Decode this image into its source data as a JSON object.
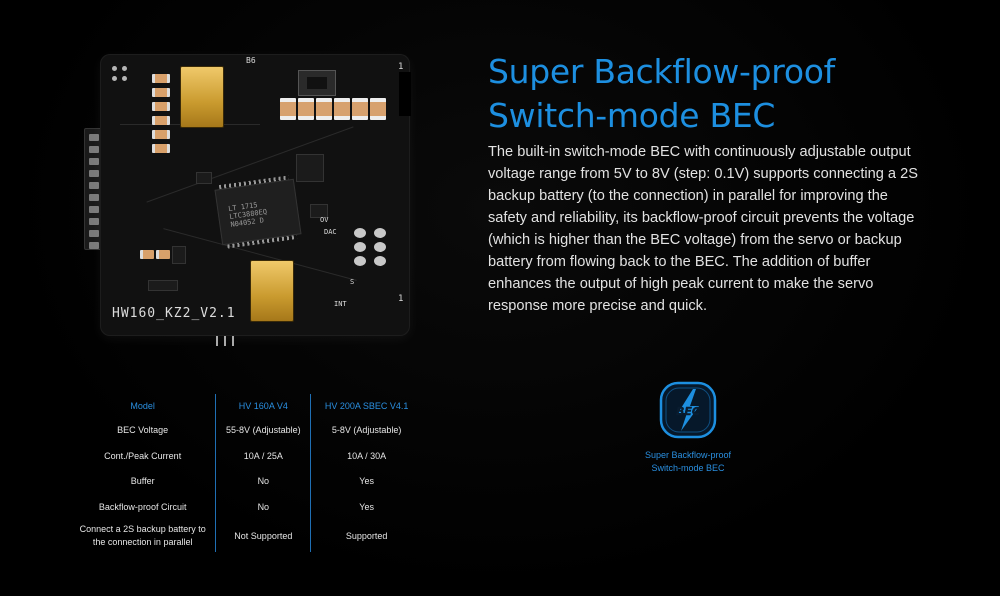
{
  "heading": {
    "line1": "Super Backflow-proof",
    "line2": "Switch-mode BEC"
  },
  "description": "The built-in switch-mode BEC with continuously adjustable output voltage range from 5V to 8V (step: 0.1V) supports connecting a 2S backup battery (to the connection) in parallel for improving the safety and reliability, its backflow-proof circuit prevents the voltage (which is higher than the BEC voltage) from the servo or backup battery from flowing back to the BEC. The addition of buffer enhances the output of high peak current to make the servo response more precise and quick.",
  "pcb": {
    "label": "HW160_KZ2_V2.1",
    "chip_line1": "LT 1715",
    "chip_line2": "LTC3880EQ",
    "chip_line3": "N04052 D",
    "silk_ov": "OV",
    "silk_dac": "DAC",
    "silk_int": "INT",
    "silk_b6": "B6",
    "silk_one_top": "1",
    "silk_one_bottom": "1",
    "silk_s": "S"
  },
  "spec_table": {
    "headers": [
      "Model",
      "HV 160A V4",
      "HV 200A SBEC V4.1"
    ],
    "rows": [
      [
        "BEC Voltage",
        "55-8V (Adjustable)",
        "5-8V (Adjustable)"
      ],
      [
        "Cont./Peak Current",
        "10A / 25A",
        "10A / 30A"
      ],
      [
        "Buffer",
        "No",
        "Yes"
      ],
      [
        "Backflow-proof Circuit",
        "No",
        "Yes"
      ],
      [
        "Connect a 2S backup battery to the connection in parallel",
        "Not Supported",
        "Supported"
      ]
    ]
  },
  "badge": {
    "icon_text": "BEC",
    "caption_line1": "Super Backflow-proof",
    "caption_line2": "Switch-mode BEC",
    "color": "#1d8fe0"
  },
  "colors": {
    "accent_blue": "#1d8fe0",
    "background": "#000000",
    "text": "#e2e2e2"
  }
}
